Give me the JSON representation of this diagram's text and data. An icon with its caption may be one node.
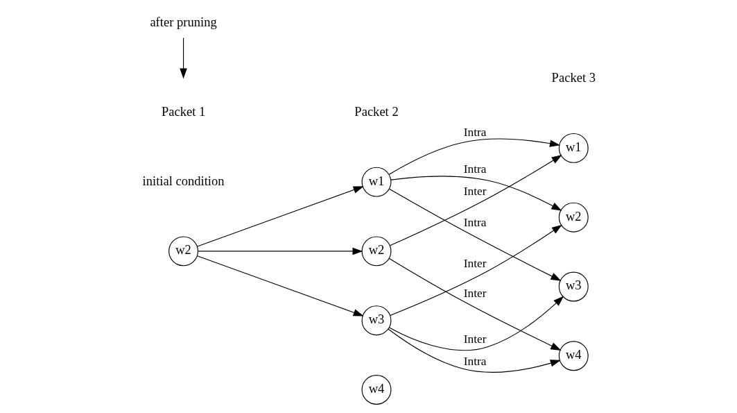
{
  "diagram": {
    "nodes": [
      {
        "text": [
          "w2"
        ]
      },
      {
        "text": [
          "w1"
        ]
      },
      {
        "text": [
          "w2"
        ]
      },
      {
        "text": [
          "w3"
        ]
      },
      {
        "text": [
          "w4"
        ]
      },
      {
        "text": [
          "w1"
        ]
      },
      {
        "text": [
          "w2"
        ]
      },
      {
        "text": [
          "w3"
        ]
      },
      {
        "text": [
          "w4"
        ]
      },
      {
        "text": [
          "after pruning"
        ]
      }
    ],
    "edges": [
      {
        "from": 0,
        "to": 1,
        "arrow": "to"
      },
      {
        "from": 0,
        "to": 2,
        "arrow": "to"
      },
      {
        "from": 0,
        "to": 3,
        "arrow": "to"
      },
      {
        "from": 1,
        "to": 5,
        "arrow": "to",
        "label": "Intra"
      },
      {
        "from": 1,
        "to": 6,
        "arrow": "to",
        "label": "Intra"
      },
      {
        "from": 1,
        "to": 7,
        "arrow": "to",
        "label": "Intra"
      },
      {
        "from": 2,
        "to": 5,
        "arrow": "to",
        "label": "Inter"
      },
      {
        "from": 2,
        "to": 8,
        "arrow": "to",
        "label": "Inter"
      },
      {
        "from": 3,
        "to": 6,
        "arrow": "to",
        "label": "Inter"
      },
      {
        "from": 3,
        "to": 7,
        "arrow": "to",
        "label": "Inter"
      },
      {
        "from": 3,
        "to": 8,
        "arrow": "to",
        "label": "Intra"
      },
      {
        "from": 9,
        "to": null,
        "arrow": "to"
      }
    ],
    "labels": [
      "Packet 1",
      "Packet 2",
      "Packet 3",
      "initial condition"
    ]
  }
}
